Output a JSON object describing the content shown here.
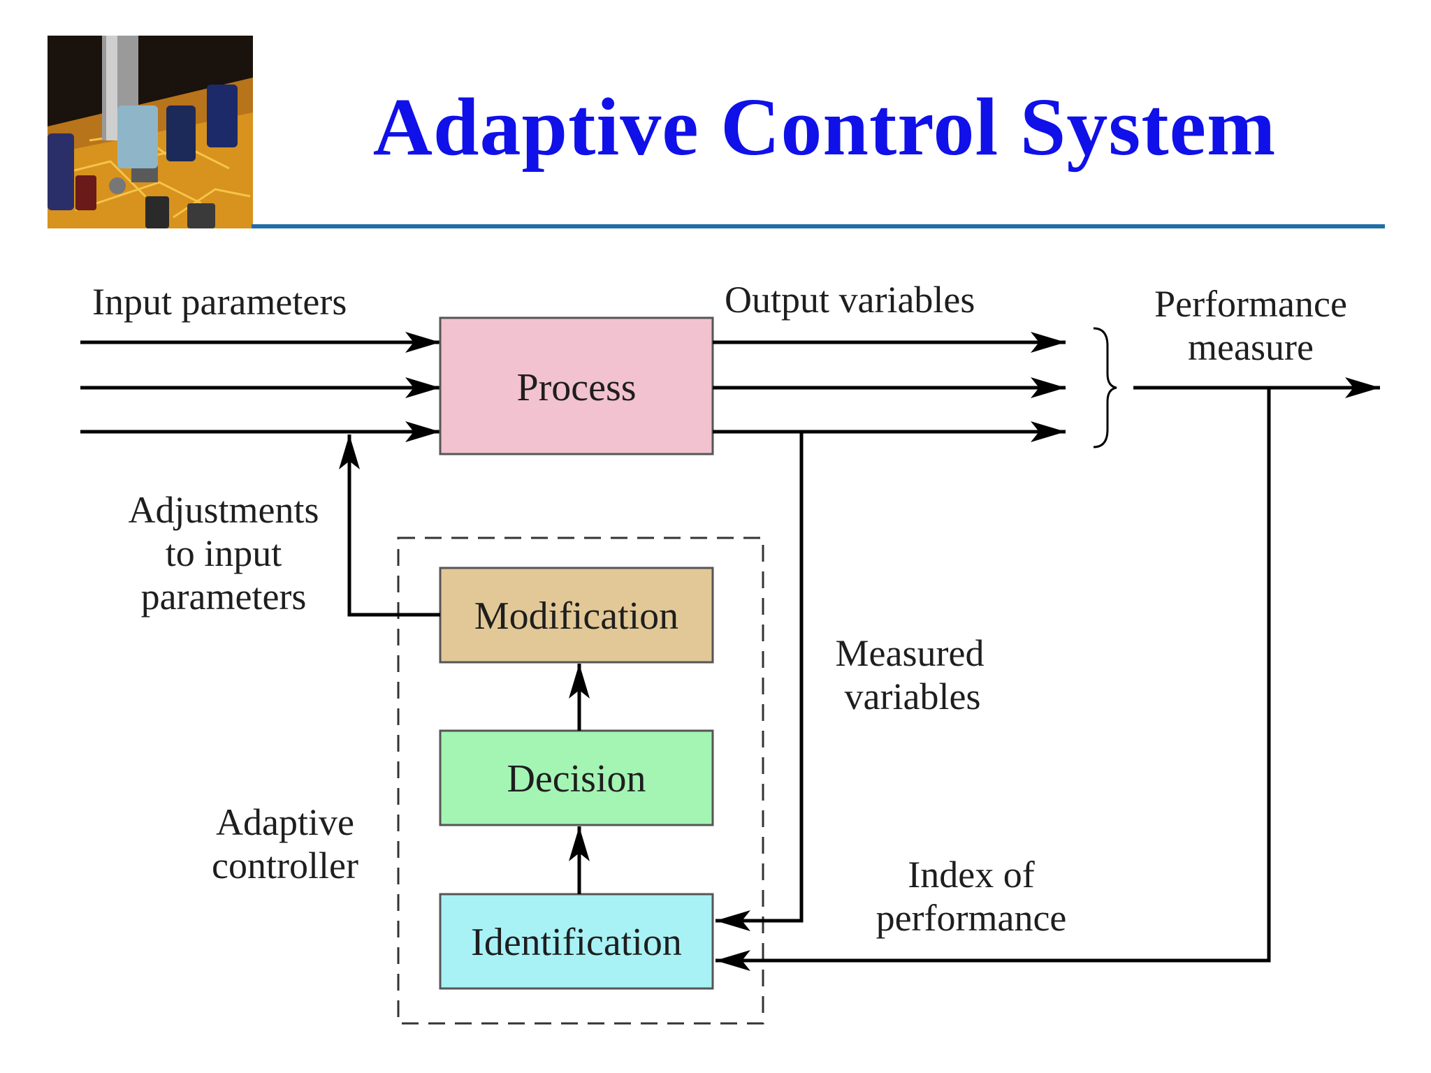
{
  "slide": {
    "title": "Adaptive Control System"
  },
  "header_image": {
    "icon": "circuit-board-photo"
  },
  "diagram": {
    "labels": {
      "input_parameters": "Input parameters",
      "output_variables": "Output variables",
      "performance_line1": "Performance",
      "performance_line2": "measure",
      "adjustments_line1": "Adjustments",
      "adjustments_line2": "to input",
      "adjustments_line3": "parameters",
      "measured_line1": "Measured",
      "measured_line2": "variables",
      "adaptive_line1": "Adaptive",
      "adaptive_line2": "controller",
      "index_line1": "Index of",
      "index_line2": "performance"
    },
    "boxes": {
      "process": "Process",
      "modification": "Modification",
      "decision": "Decision",
      "identification": "Identification"
    },
    "colors": {
      "title": "#1010e8",
      "rule": "#1f6ea6",
      "process": "#f2c2d0",
      "modification": "#e2c896",
      "decision": "#a4f4b4",
      "identification": "#a8f2f6"
    }
  }
}
